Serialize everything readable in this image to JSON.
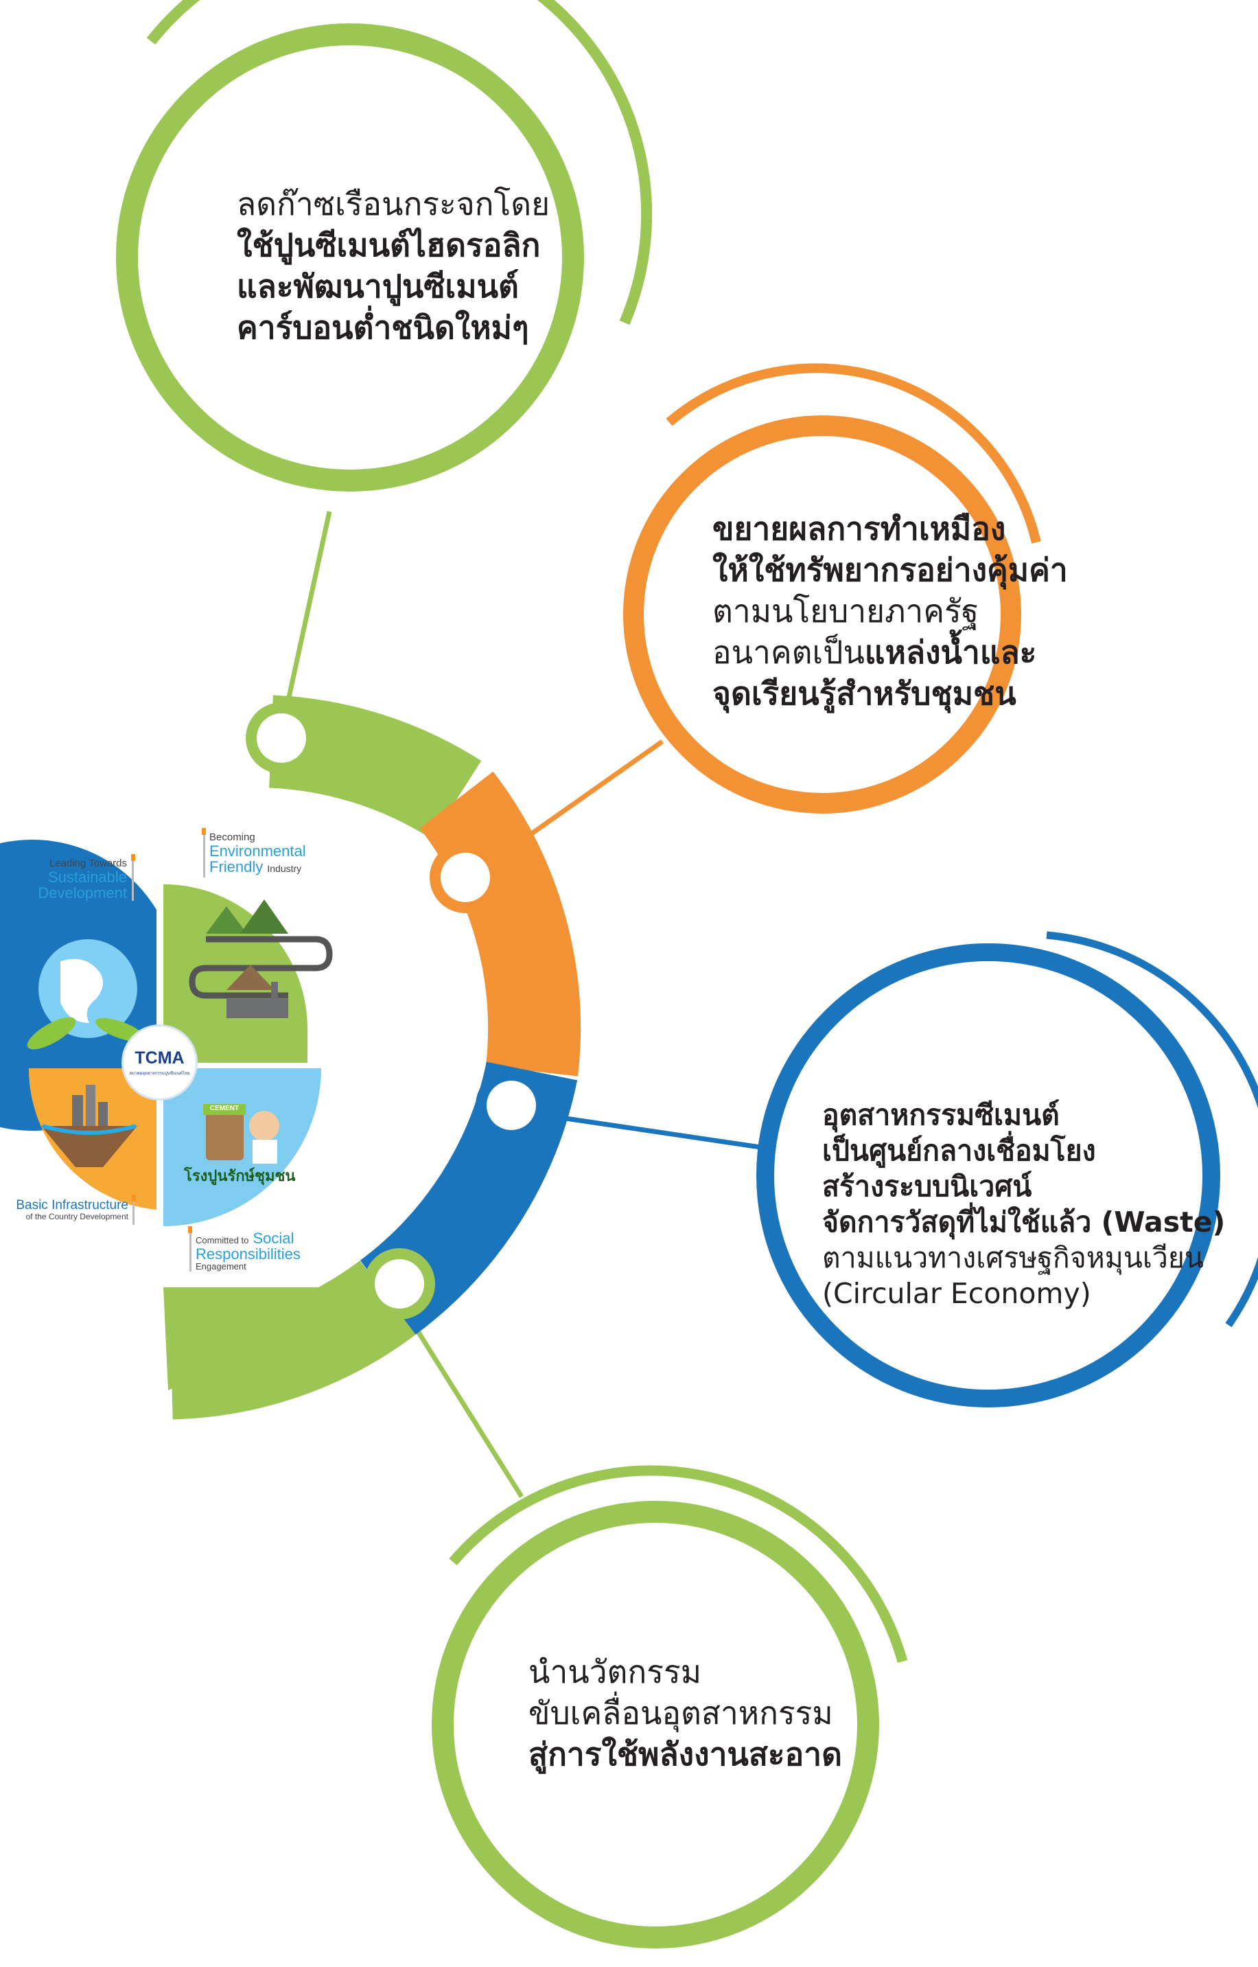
{
  "colors": {
    "green": "#9cc653",
    "orange": "#f39235",
    "blue": "#1b75bc",
    "text": "#231f20"
  },
  "bubbles": {
    "top": {
      "lines": [
        [
          {
            "t": "ลดก๊าซเรือนกระจกโดย",
            "b": false
          }
        ],
        [
          {
            "t": "ใช้ปูนซีเมนต์ไฮดรอลิก",
            "b": true
          }
        ],
        [
          {
            "t": "และพัฒนาปูนซีเมนต์",
            "b": true
          }
        ],
        [
          {
            "t": "คาร์บอนต่ำชนิดใหม่ๆ",
            "b": true
          }
        ]
      ]
    },
    "orange": {
      "lines": [
        [
          {
            "t": "ขยายผลการทำเหมือง",
            "b": true
          }
        ],
        [
          {
            "t": "ให้ใช้ทรัพยากรอย่างคุ้มค่า",
            "b": true
          }
        ],
        [
          {
            "t": "ตามนโยบายภาครัฐ",
            "b": false
          }
        ],
        [
          {
            "t": "อนาคตเป็น",
            "b": false
          },
          {
            "t": "แหล่งน้ำและ",
            "b": true
          }
        ],
        [
          {
            "t": "จุดเรียนรู้สำหรับชุมชน",
            "b": true
          }
        ]
      ]
    },
    "blue": {
      "lines": [
        [
          {
            "t": "อุตสาหกรรมซีเมนต์",
            "b": true
          }
        ],
        [
          {
            "t": "เป็นศูนย์กลางเชื่อมโยง",
            "b": true
          }
        ],
        [
          {
            "t": "สร้างระบบนิเวศน์",
            "b": true
          }
        ],
        [
          {
            "t": "จัดการวัสดุที่ไม่ใช้แล้ว (Waste)",
            "b": true
          }
        ],
        [
          {
            "t": "ตามแนวทางเศรษฐกิจหมุนเวียน",
            "b": false
          }
        ],
        [
          {
            "t": "(Circular Economy)",
            "b": false
          }
        ]
      ]
    },
    "bottom": {
      "lines": [
        [
          {
            "t": "นำนวัตกรรม",
            "b": false
          }
        ],
        [
          {
            "t": "ขับเคลื่อนอุตสาหกรรม",
            "b": false
          }
        ],
        [
          {
            "t": "สู่การใช้พลังงานสะอาด",
            "b": true
          }
        ]
      ]
    }
  },
  "clover": {
    "logo": {
      "name": "TCMA",
      "sub": "สมาคมอุตสาหกรรมปูนซีเมนต์ไทย"
    },
    "captions": {
      "tl": {
        "small": "Leading Towards",
        "large1": "Sustainable",
        "large2": "Development",
        "large_color": "#2a9fd6"
      },
      "tr": {
        "small": "Becoming",
        "large1": "Environmental",
        "large2": "Friendly",
        "small2": "Industry",
        "large_color": "#2a9fd6"
      },
      "bl": {
        "large1": "Basic Infrastructure",
        "small": "of the Country Development",
        "large_color": "#1b75bc"
      },
      "br": {
        "small": "Committed to",
        "large1": "Social",
        "large2": "Responsibilities",
        "small2": "Engagement",
        "large_color": "#2a9fd6"
      }
    },
    "badge": "CEMENT",
    "community_label": "โรงปูนรักษ์ชุมชน"
  }
}
